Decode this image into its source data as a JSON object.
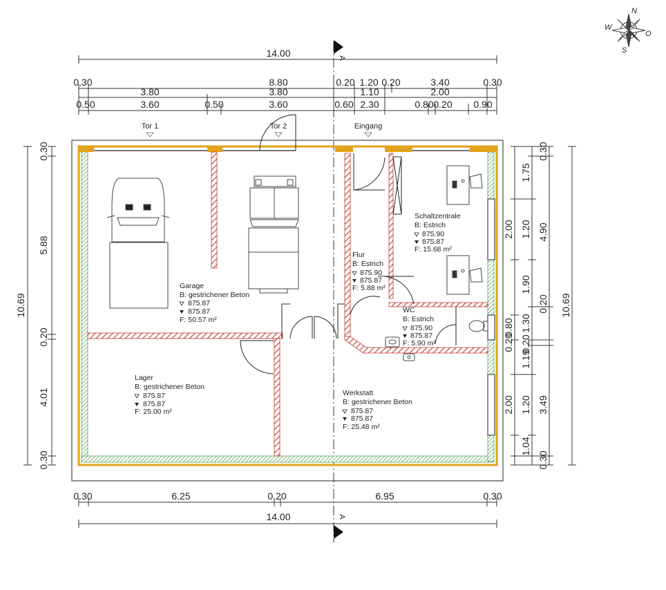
{
  "section_marker": "A",
  "compass": {
    "north": "N",
    "east": "O",
    "south": "S",
    "west": "W"
  },
  "openings": {
    "gate1": "Tor 1",
    "gate2": "Tor 2",
    "entrance": "Eingang"
  },
  "dims": {
    "top_total": "14.00",
    "top_row1": [
      "0.30",
      "8.80",
      "0.20",
      "1.20",
      "0.20",
      "3.40",
      "0.30"
    ],
    "top_row2": [
      "3.80",
      "3.80",
      "1.10",
      "2.00"
    ],
    "top_row3": [
      "0.50",
      "3.60",
      "0.50",
      "3.60",
      "0.60",
      "2.30",
      "0.80",
      "0.20",
      "0.90"
    ],
    "bottom_row": [
      "0.30",
      "6.25",
      "0.20",
      "6.95",
      "0.30"
    ],
    "bottom_total": "14.00",
    "left_total": "10.69",
    "left_chain": [
      "0.30",
      "5.88",
      "0.20",
      "4.01",
      "0.30"
    ],
    "right_outer": [
      "0.30",
      "4.90",
      "0.20",
      "3.49",
      "0.30"
    ],
    "right_mid": [
      "1.75",
      "1.20",
      "1.90",
      "1.30",
      "0.20",
      "1.19",
      "1.20",
      "1.04"
    ],
    "right_inner": [
      "2.00",
      "0.80",
      "2.00"
    ],
    "right_extra": "0.20",
    "right_total": "10.69"
  },
  "rooms": [
    {
      "name": "Garage",
      "floor": "B: gestrichener Beton",
      "top": "875.87",
      "bottom": "875.87",
      "area": "F: 50.57  m²"
    },
    {
      "name": "Lager",
      "floor": "B: gestrichener Beton",
      "top": "875.87",
      "bottom": "875.87",
      "area": "F: 25.00  m²"
    },
    {
      "name": "Flur",
      "floor": "B: Estrich",
      "top": "875.90",
      "bottom": "875.87",
      "area": "F:  5.88  m²"
    },
    {
      "name": "Schaltzentrale",
      "floor": "B: Estrich",
      "top": "875.90",
      "bottom": "875.87",
      "area": "F:  15.68  m²"
    },
    {
      "name": "WC",
      "floor": "B: Estrich",
      "top": "875.90",
      "bottom": "875.87",
      "area": "F:  5.90  m²"
    },
    {
      "name": "Werkstatt",
      "floor": "B: gestrichener Beton",
      "top": "875.87",
      "bottom": "875.87",
      "area": "F: 25.48  m²"
    }
  ],
  "colors": {
    "wall_outline": "#e2a21a",
    "insulation": "#2e8b2e",
    "interior_wall": "#c0392b",
    "line": "#222222"
  }
}
